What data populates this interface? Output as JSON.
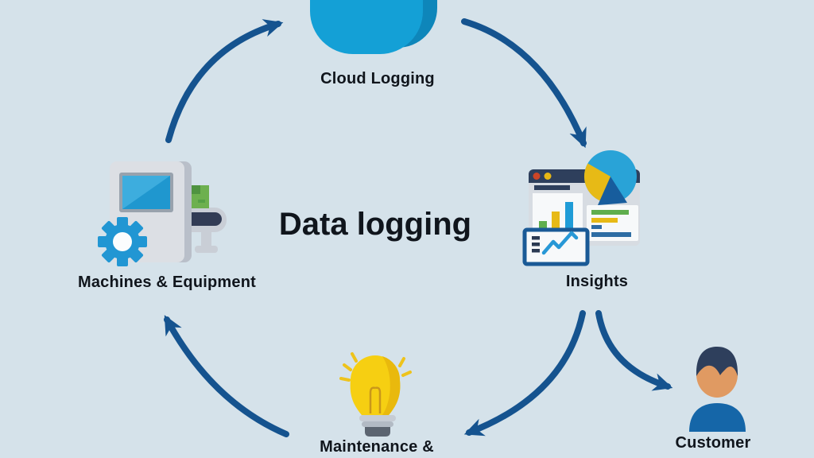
{
  "title": "Data logging",
  "colors": {
    "background": "#d5e2ea",
    "arrow": "#15538f",
    "text": "#10151c",
    "cloud_main": "#14a0d6",
    "cloud_shade": "#0e86ba",
    "navy": "#2e3f5c",
    "green": "#5fae4d",
    "yellow": "#e7ba16",
    "blue": "#1f9cd7",
    "gear_blue": "#2196d3",
    "person_skin": "#e09a62",
    "person_body": "#1566a8",
    "bulb_yellow": "#f6cf12"
  },
  "nodes": {
    "cloud": {
      "label": "Cloud Logging",
      "icon": "cloud-icon"
    },
    "insights": {
      "label": "Insights",
      "icon": "analytics-dashboard-icon"
    },
    "customer": {
      "label": "Customer",
      "icon": "person-icon"
    },
    "maintenance": {
      "label": "Maintenance &",
      "icon": "lightbulb-icon"
    },
    "machines": {
      "label": "Machines & Equipment",
      "icon": "machine-conveyor-gear-icon"
    }
  },
  "flow": [
    {
      "from": "machines",
      "to": "cloud"
    },
    {
      "from": "cloud",
      "to": "insights"
    },
    {
      "from": "insights",
      "to": "maintenance"
    },
    {
      "from": "insights",
      "to": "customer"
    },
    {
      "from": "maintenance",
      "to": "machines"
    }
  ]
}
